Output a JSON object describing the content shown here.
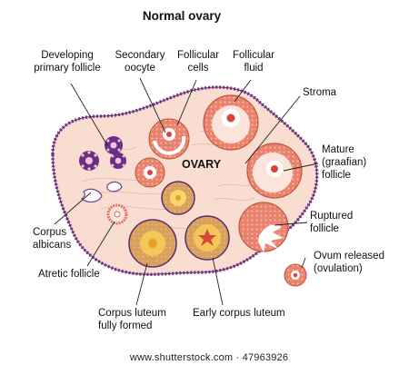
{
  "title": "Normal ovary",
  "organ_label": "OVARY",
  "labels": {
    "developing_primary_follicle": "Developing\nprimary follicle",
    "secondary_oocyte": "Secondary\noocyte",
    "follicular_cells": "Follicular\ncells",
    "follicular_fluid": "Follicular\nfluid",
    "stroma": "Stroma",
    "mature_follicle": "Mature\n(graafian)\nfollicle",
    "ruptured_follicle": "Ruptured\nfollicle",
    "ovum_released": "Ovum released\n(ovulation)",
    "corpus_albicans": "Corpus\nalbicans",
    "atretic_follicle": "Atretic follicle",
    "corpus_luteum_fully_formed": "Corpus luteum\nfully formed",
    "early_corpus_luteum": "Early corpus luteum"
  },
  "watermark": "www.shutterstock.com · 47963926",
  "colors": {
    "stroma": "#f8ddd0",
    "border": "#7b3f8c",
    "follicle_wall": "#e5735a",
    "follicle_fluid": "#fbe4dc",
    "luteum": "#f3c65a",
    "oocyte": "#d8433a"
  }
}
